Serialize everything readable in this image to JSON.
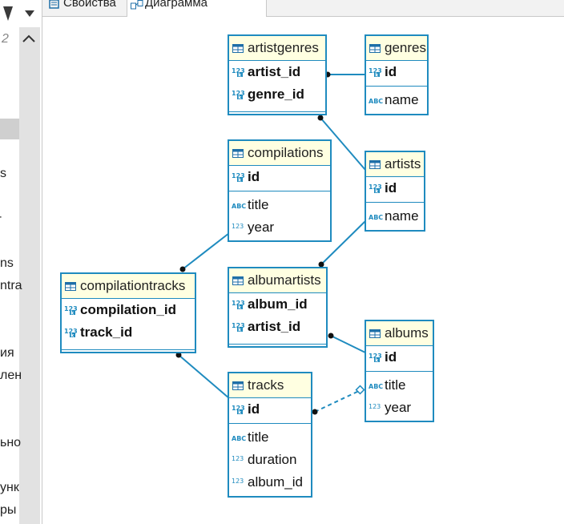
{
  "tabs": [
    {
      "label": "Свойства",
      "icon": "properties-icon"
    },
    {
      "label": "Диаграмма",
      "icon": "diagram-icon"
    }
  ],
  "navigator": {
    "number": "2",
    "fragments": [
      "s",
      "ns",
      "ntra",
      "ия",
      "лен",
      "ьно",
      "унк",
      "ры"
    ]
  },
  "entities": {
    "artistgenres": {
      "name": "artistgenres",
      "pk": [
        {
          "name": "artist_id",
          "type": "123"
        },
        {
          "name": "genre_id",
          "type": "123"
        }
      ],
      "cols": []
    },
    "genres": {
      "name": "genres",
      "pk": [
        {
          "name": "id",
          "type": "123"
        }
      ],
      "cols": [
        {
          "name": "name",
          "type": "abc"
        }
      ]
    },
    "compilations": {
      "name": "compilations",
      "pk": [
        {
          "name": "id",
          "type": "123"
        }
      ],
      "cols": [
        {
          "name": "title",
          "type": "abc"
        },
        {
          "name": "year",
          "type": "123"
        }
      ]
    },
    "artists": {
      "name": "artists",
      "pk": [
        {
          "name": "id",
          "type": "123"
        }
      ],
      "cols": [
        {
          "name": "name",
          "type": "abc"
        }
      ]
    },
    "compilationtracks": {
      "name": "compilationtracks",
      "pk": [
        {
          "name": "compilation_id",
          "type": "123"
        },
        {
          "name": "track_id",
          "type": "123"
        }
      ],
      "cols": []
    },
    "albumartists": {
      "name": "albumartists",
      "pk": [
        {
          "name": "album_id",
          "type": "123"
        },
        {
          "name": "artist_id",
          "type": "123"
        }
      ],
      "cols": []
    },
    "albums": {
      "name": "albums",
      "pk": [
        {
          "name": "id",
          "type": "123"
        }
      ],
      "cols": [
        {
          "name": "title",
          "type": "abc"
        },
        {
          "name": "year",
          "type": "123"
        }
      ]
    },
    "tracks": {
      "name": "tracks",
      "pk": [
        {
          "name": "id",
          "type": "123"
        }
      ],
      "cols": [
        {
          "name": "title",
          "type": "abc"
        },
        {
          "name": "duration",
          "type": "123"
        },
        {
          "name": "album_id",
          "type": "123"
        }
      ]
    }
  },
  "colors": {
    "border": "#1f8bbf",
    "header": "#ffffe1",
    "icon": "#1f8bbf"
  }
}
